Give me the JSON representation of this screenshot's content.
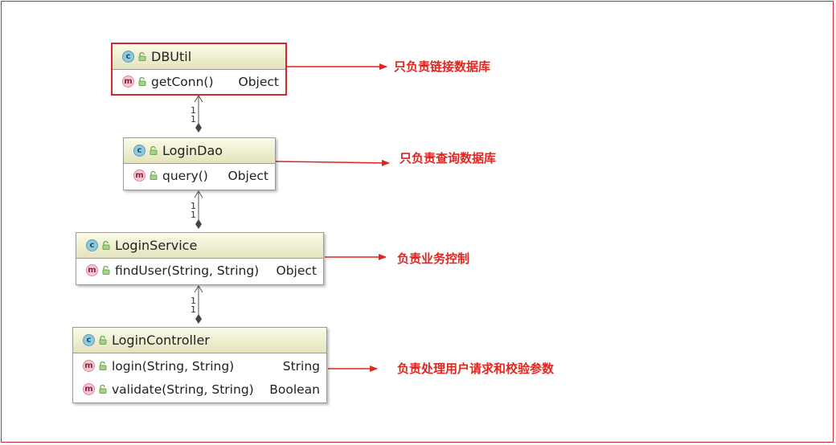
{
  "colors": {
    "frame": "#d9262c",
    "annotation": "#e0261f",
    "class_header": "#eeeed0",
    "class_badge": "#8fc9dd",
    "method_badge": "#f6c9d2",
    "visibility_icon": "#6aa84f"
  },
  "badges": {
    "class": "c",
    "method": "m"
  },
  "classes": [
    {
      "name": "DBUtil",
      "members": [
        {
          "signature": "getConn()",
          "type": "Object"
        }
      ],
      "annotation": "只负责链接数据库"
    },
    {
      "name": "LoginDao",
      "members": [
        {
          "signature": "query()",
          "type": "Object"
        }
      ],
      "annotation": "只负责查询数据库"
    },
    {
      "name": "LoginService",
      "members": [
        {
          "signature": "findUser(String, String)",
          "type": "Object"
        }
      ],
      "annotation": "负责业务控制"
    },
    {
      "name": "LoginController",
      "members": [
        {
          "signature": "login(String, String)",
          "type": "String"
        },
        {
          "signature": "validate(String, String)",
          "type": "Boolean"
        }
      ],
      "annotation": "负责处理用户请求和校验参数"
    }
  ],
  "associations": [
    {
      "from": "LoginDao",
      "to": "DBUtil",
      "multiplicity_top": "1",
      "multiplicity_bottom": "1"
    },
    {
      "from": "LoginService",
      "to": "LoginDao",
      "multiplicity_top": "1",
      "multiplicity_bottom": "1"
    },
    {
      "from": "LoginController",
      "to": "LoginService",
      "multiplicity_top": "1",
      "multiplicity_bottom": "1"
    }
  ]
}
